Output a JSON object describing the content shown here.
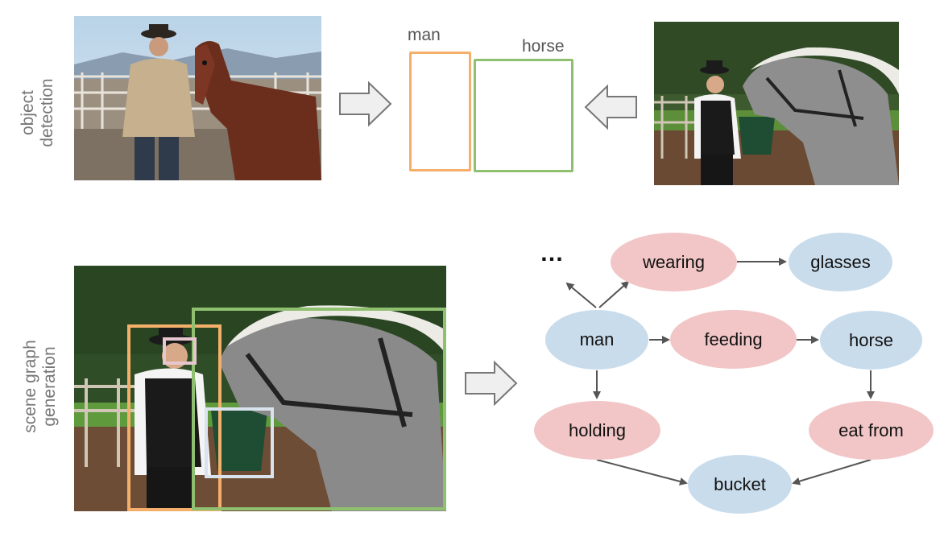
{
  "rows": {
    "detection_label": [
      "object",
      "detection"
    ],
    "scene_graph_label": [
      "scene graph",
      "generation"
    ]
  },
  "detection": {
    "man_label": "man",
    "horse_label": "horse",
    "man_color": "#f4b06a",
    "horse_color": "#8fc06f"
  },
  "graph": {
    "ellipsis": "…",
    "nodes": {
      "wearing": "wearing",
      "glasses": "glasses",
      "man": "man",
      "feeding": "feeding",
      "horse": "horse",
      "holding": "holding",
      "eat_from": "eat from",
      "bucket": "bucket"
    },
    "relation_color": "#f2c6c6",
    "object_color": "#c9dcec"
  },
  "icons": [
    "right-arrow-icon",
    "left-arrow-icon"
  ]
}
